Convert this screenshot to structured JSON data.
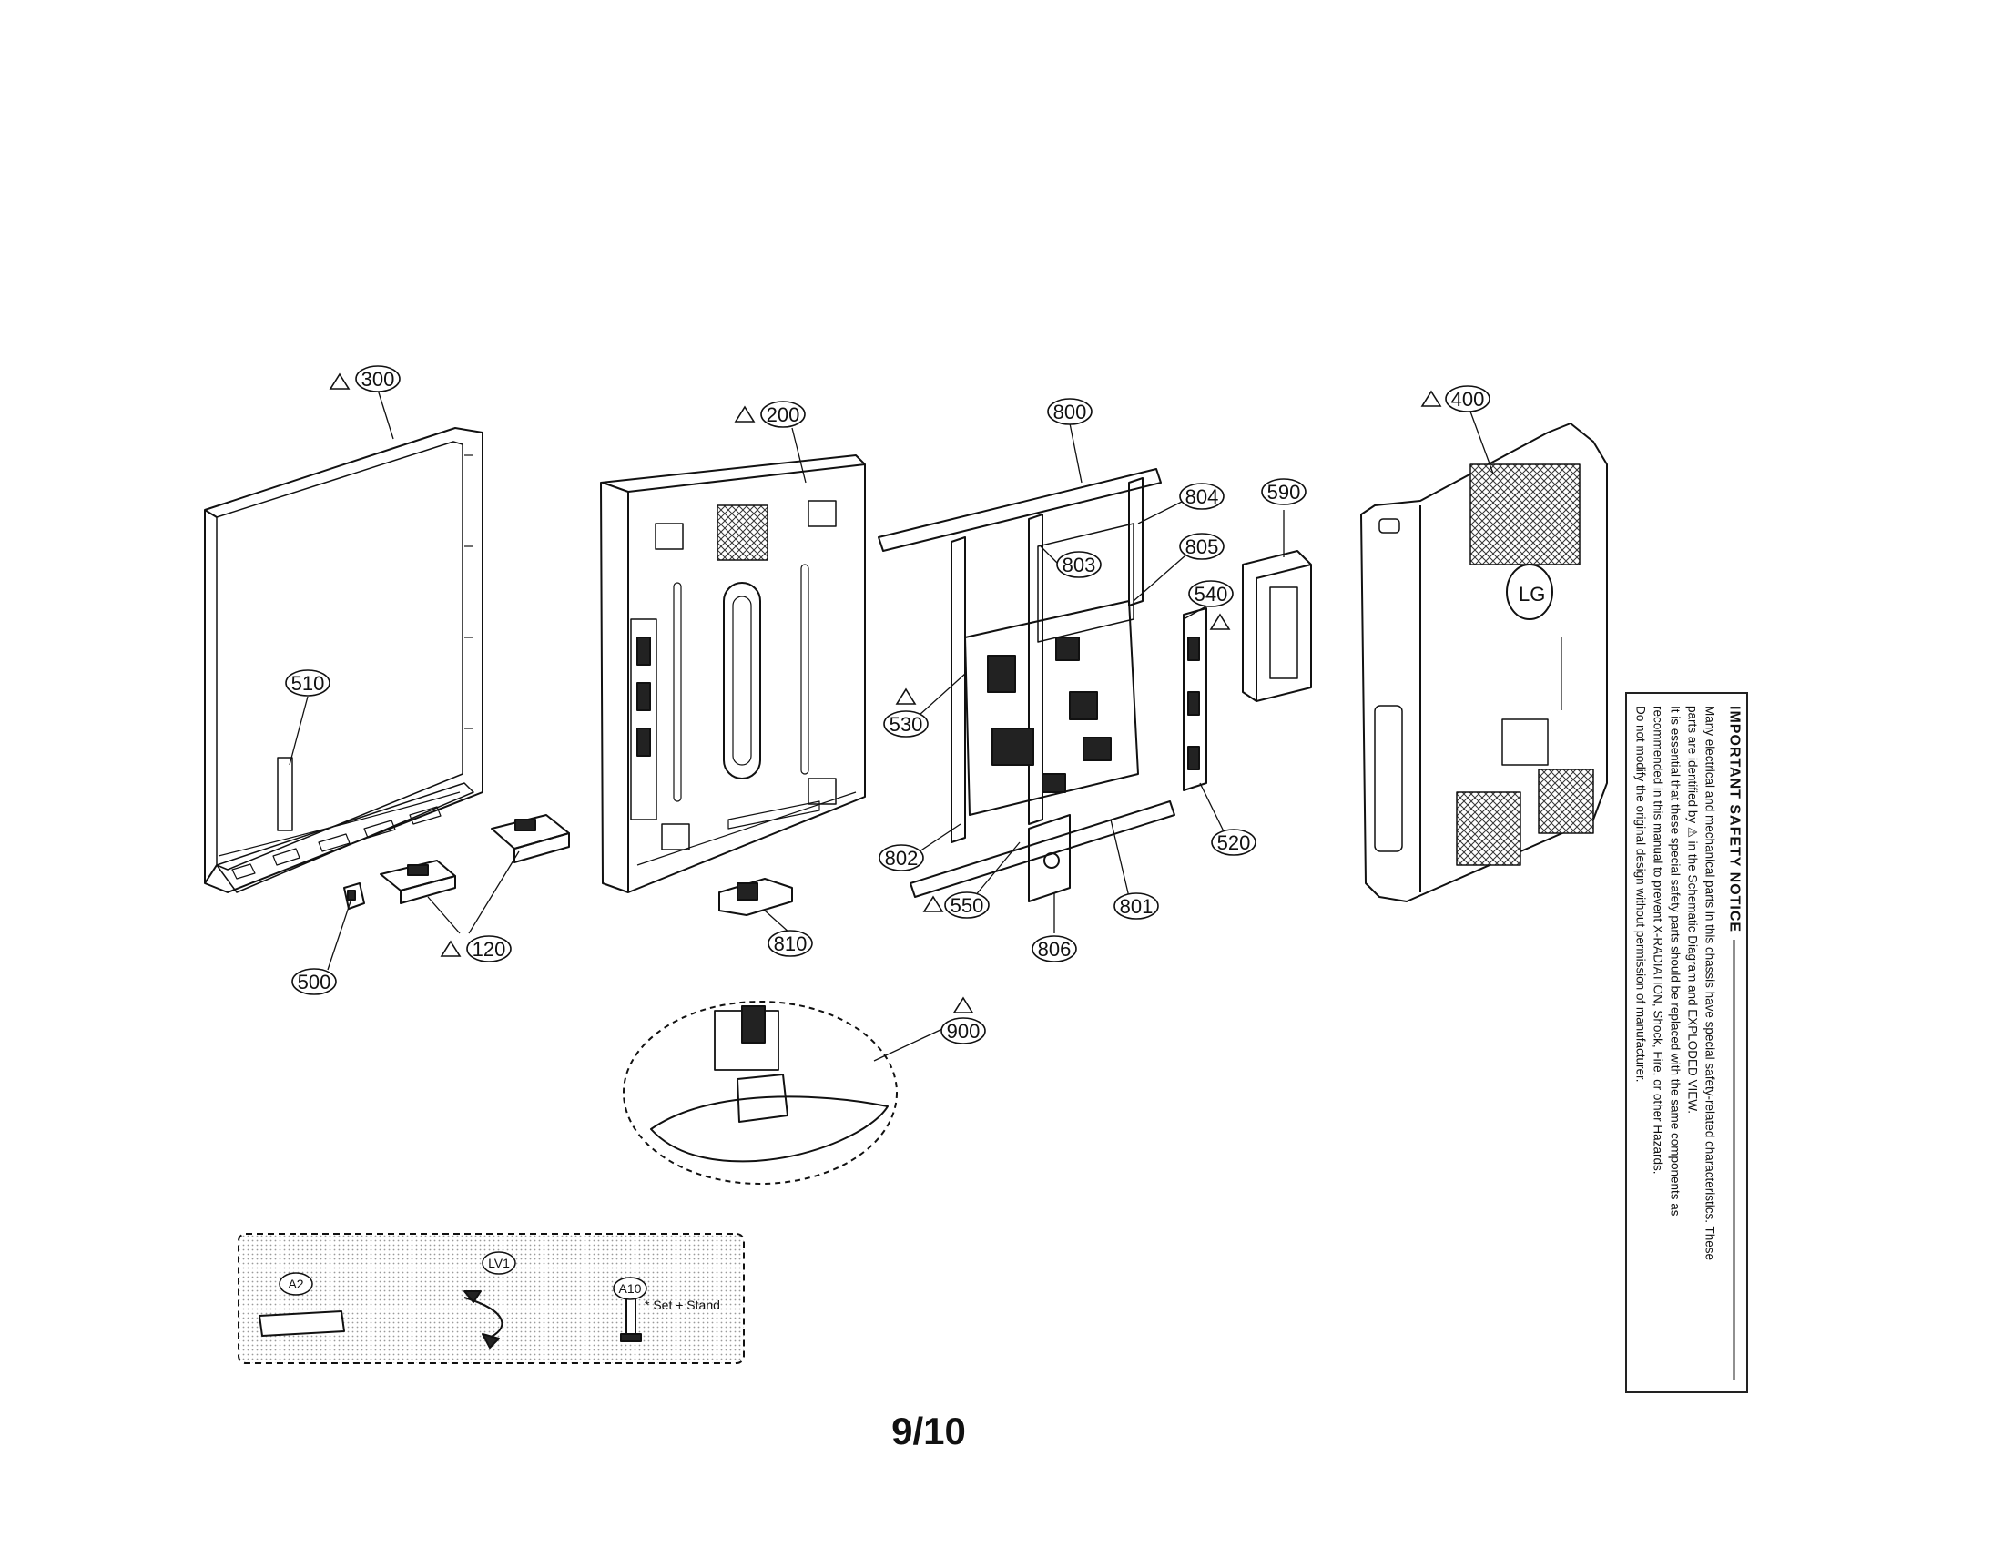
{
  "callouts": [
    {
      "id": "c300",
      "label": "300",
      "warning": true
    },
    {
      "id": "c200",
      "label": "200",
      "warning": true
    },
    {
      "id": "c800",
      "label": "800",
      "warning": false
    },
    {
      "id": "c400",
      "label": "400",
      "warning": true
    },
    {
      "id": "c804",
      "label": "804",
      "warning": false
    },
    {
      "id": "c590",
      "label": "590",
      "warning": false
    },
    {
      "id": "c803",
      "label": "803",
      "warning": false
    },
    {
      "id": "c805",
      "label": "805",
      "warning": false
    },
    {
      "id": "c540",
      "label": "540",
      "warning": true
    },
    {
      "id": "c510",
      "label": "510",
      "warning": false
    },
    {
      "id": "c530",
      "label": "530",
      "warning": true
    },
    {
      "id": "c802",
      "label": "802",
      "warning": false
    },
    {
      "id": "c520",
      "label": "520",
      "warning": false
    },
    {
      "id": "c550",
      "label": "550",
      "warning": true
    },
    {
      "id": "c801",
      "label": "801",
      "warning": false
    },
    {
      "id": "c120",
      "label": "120",
      "warning": true
    },
    {
      "id": "c810",
      "label": "810",
      "warning": false
    },
    {
      "id": "c806",
      "label": "806",
      "warning": false
    },
    {
      "id": "c500",
      "label": "500",
      "warning": false
    },
    {
      "id": "c900",
      "label": "900",
      "warning": true
    }
  ],
  "accessories": {
    "a2": "A2",
    "lv1": "LV1",
    "a10": "A10",
    "a10_note": "* Set + Stand"
  },
  "logo_text": "LG",
  "page_number": "9/10",
  "safety_notice": {
    "title": "IMPORTANT SAFETY NOTICE",
    "lines": [
      "Many electrical and mechanical parts in this chassis have special safety-related characteristics. These",
      "parts are identified by ⚠ in the Schematic Diagram and EXPLODED VIEW.",
      "It is essential that these special safety parts should be replaced with the same components as",
      "recommended in this manual to prevent X-RADIATION, Shock, Fire, or other Hazards.",
      "Do not modify the original design without permission of manufacturer."
    ]
  }
}
